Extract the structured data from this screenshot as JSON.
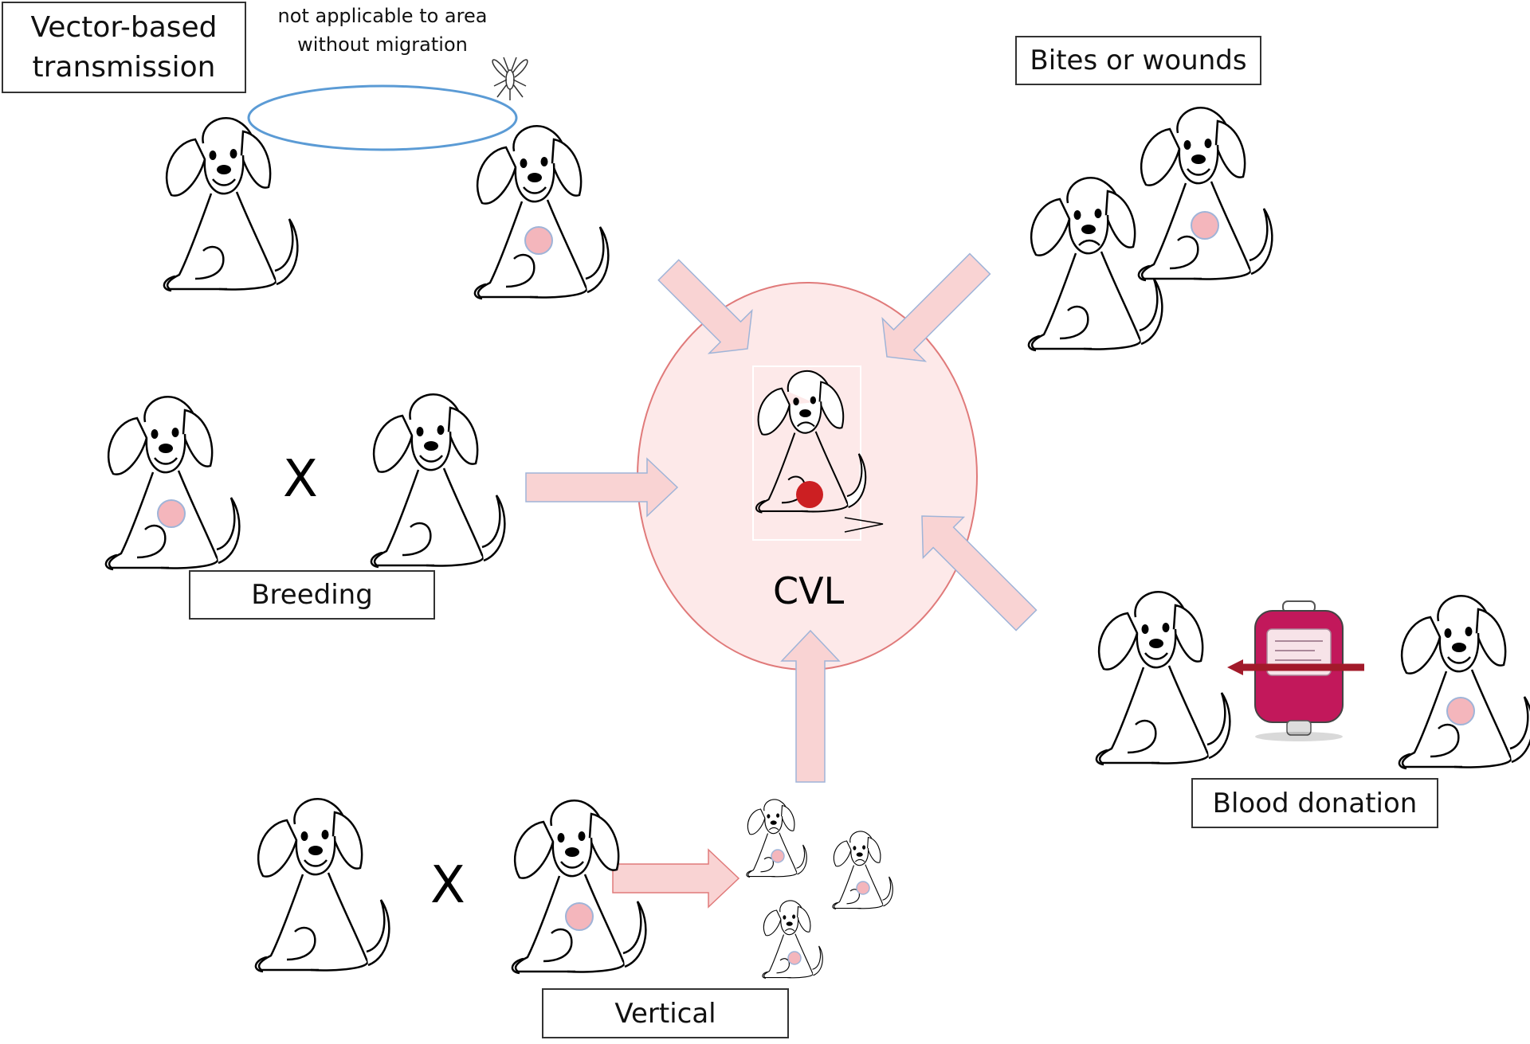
{
  "diagram": {
    "center_label": "CVL",
    "routes": {
      "vector": {
        "label": "Vector-based transmission",
        "label_line1": "Vector-based",
        "label_line2": "transmission",
        "note_line1": "not applicable to area",
        "note_line2": "without migration"
      },
      "bites": {
        "label": "Bites or wounds"
      },
      "breeding": {
        "label": "Breeding",
        "cross_symbol": "X"
      },
      "blood": {
        "label": "Blood donation"
      },
      "vertical": {
        "label": "Vertical",
        "cross_symbol": "X"
      }
    },
    "colors": {
      "circle_fill": "#fde9e9",
      "circle_stroke": "#e07a7a",
      "arrow_fill": "#f9d3d3",
      "arrow_stroke": "#9fb4d8",
      "infection_spot": "#f4b6bc",
      "infection_core": "#cc1f22",
      "vector_loop": "#5b9bd5",
      "blood_bag": "#c2185b"
    },
    "icons": [
      "dog-icon",
      "sand-fly-icon",
      "blood-bag-icon"
    ]
  }
}
